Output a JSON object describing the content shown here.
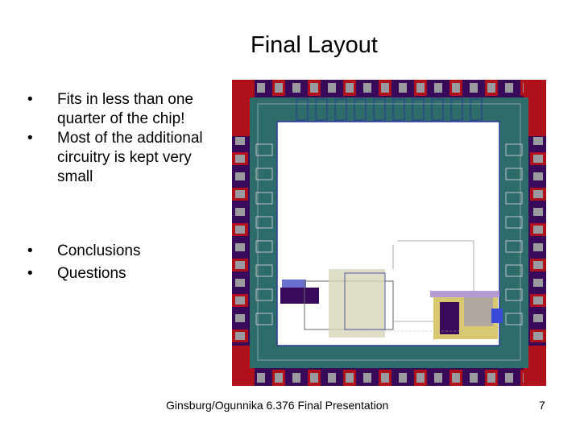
{
  "slide": {
    "title": "Final Layout",
    "bullets": [
      {
        "marker": "•",
        "text": "Fits in less than one quarter of the chip!"
      },
      {
        "marker": "•",
        "text": "Most of the additional circuitry is kept very small"
      }
    ],
    "bullets2": [
      {
        "marker": "•",
        "text": "Conclusions"
      },
      {
        "marker": "•",
        "text": "Questions"
      }
    ],
    "footer": "Ginsburg/Ogunnika 6.376 Final Presentation",
    "page_number": "7"
  },
  "colors": {
    "pad_red": "#b0101a",
    "pad_purple": "#3a0a5a",
    "pad_gray": "#9a9aa0",
    "ring_teal": "#2e6b6b",
    "inner_blue": "#2a3a9a"
  }
}
